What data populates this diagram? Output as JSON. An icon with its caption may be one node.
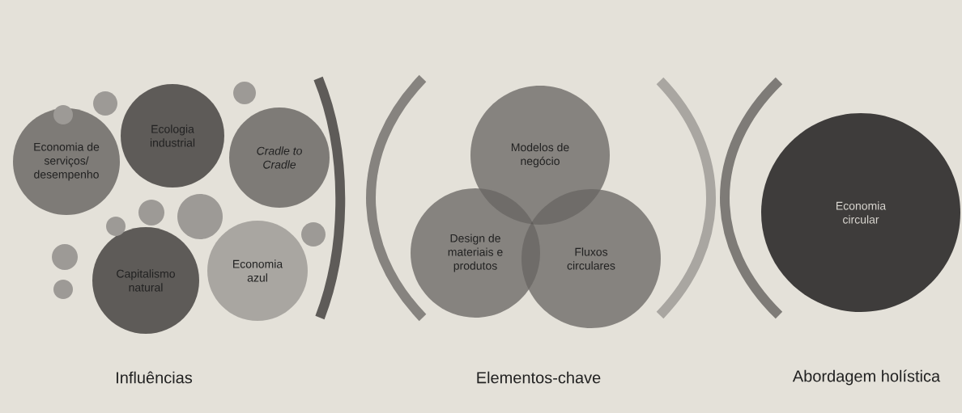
{
  "diagram": {
    "nodes": [
      {
        "text": [
          "Economia de serviços/ desempenho"
        ]
      },
      {
        "text": [
          "Ecologia industrial"
        ]
      },
      {
        "text": [
          "Cradle to Cradle"
        ]
      },
      {
        "text": [
          "Capitalismo natural"
        ]
      },
      {
        "text": [
          "Economia azul"
        ]
      },
      {
        "text": [
          "Modelos de negócio"
        ]
      },
      {
        "text": [
          "Design de materiais e produtos"
        ]
      },
      {
        "text": [
          "Fluxos circulares"
        ]
      },
      {
        "text": [
          "Economia circular"
        ]
      },
      {
        "text": [],
        "shape": "circle"
      },
      {
        "text": [],
        "shape": "circle"
      },
      {
        "text": [],
        "shape": "circle"
      },
      {
        "text": [],
        "shape": "circle"
      },
      {
        "text": [],
        "shape": "circle"
      },
      {
        "text": [],
        "shape": "circle"
      },
      {
        "text": [],
        "shape": "circle"
      },
      {
        "text": [],
        "shape": "circle"
      },
      {
        "text": [],
        "shape": "circle"
      }
    ],
    "labels": [
      "Influências",
      "Elementos-chave",
      "Abordagem holística"
    ]
  }
}
